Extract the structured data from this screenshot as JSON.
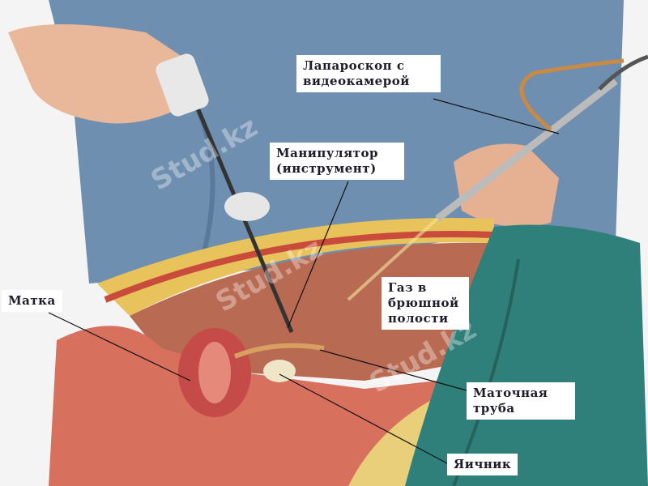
{
  "labels": {
    "laparoscope": "Лапароскоп с видеокамерой",
    "manipulator": "Манипулятор (инструмент)",
    "gas": "Газ в брюшной полости",
    "uterus": "Матка",
    "fallopian_tube": "Маточная труба",
    "ovary": "Яичник"
  },
  "watermark": "Stud.kz",
  "colors": {
    "shirt": "#6f8fb0",
    "drape": "#2f7f7a",
    "tissue": "#c9584a",
    "fat": "#e8c25a"
  }
}
